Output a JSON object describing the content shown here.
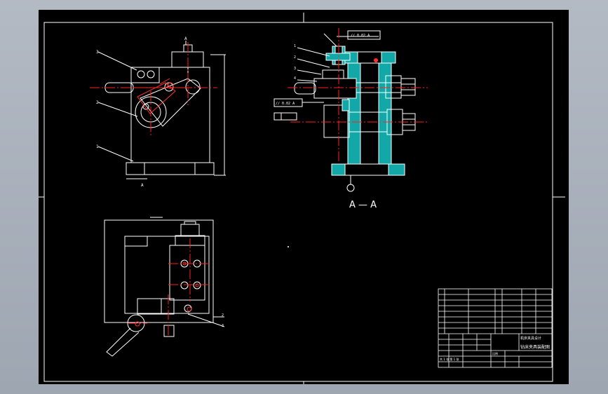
{
  "section_label": "A — A",
  "view_marker_top": "A",
  "view_marker_bottom": "A",
  "callouts_front": [
    "3",
    "2",
    "1"
  ],
  "callouts_section": [
    "1",
    "2",
    "3",
    "4"
  ],
  "callouts_plan": [
    "2",
    "3"
  ],
  "tolerance_box_1": "// 0.02  A",
  "tolerance_box_2": "// 0.02  A",
  "title_block": {
    "drawing_title": "机床夹具设计",
    "part_name": "钻床夹具装配图",
    "scale_label": "比例",
    "sheet_label": "共 1 张  第 1 张"
  },
  "colors": {
    "background": "#000000",
    "lines": "#ffffff",
    "centerline": "#ff2020",
    "section_fill": "#12a8a8",
    "viewport": "#a9b1bc"
  }
}
